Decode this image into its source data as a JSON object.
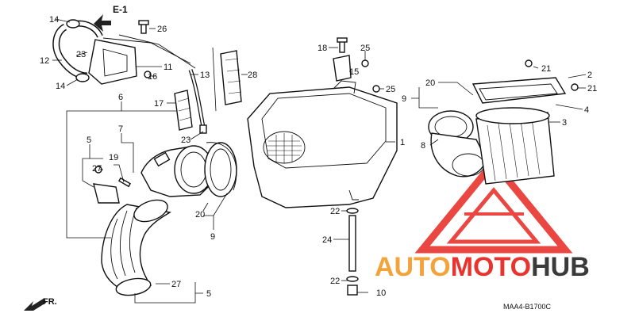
{
  "diagram": {
    "direction_label": "E-1",
    "front_label": "FR.",
    "part_code": "MAA4-B1700C",
    "watermark": {
      "brand_part1": "AUTO",
      "brand_part2": "MOTO",
      "brand_part3": "HUB",
      "color_red": "#e8342e",
      "color_orange": "#f4a23a",
      "color_dark": "#3a3a3a"
    },
    "callouts": [
      {
        "id": "c-14a",
        "label": "14"
      },
      {
        "id": "c-12",
        "label": "12"
      },
      {
        "id": "c-23a",
        "label": "23"
      },
      {
        "id": "c-14b",
        "label": "14"
      },
      {
        "id": "c-26",
        "label": "26"
      },
      {
        "id": "c-11",
        "label": "11"
      },
      {
        "id": "c-16",
        "label": "16"
      },
      {
        "id": "c-13",
        "label": "13"
      },
      {
        "id": "c-28",
        "label": "28"
      },
      {
        "id": "c-18",
        "label": "18"
      },
      {
        "id": "c-25a",
        "label": "25"
      },
      {
        "id": "c-15",
        "label": "15"
      },
      {
        "id": "c-25b",
        "label": "25"
      },
      {
        "id": "c-6",
        "label": "6"
      },
      {
        "id": "c-17",
        "label": "17"
      },
      {
        "id": "c-23b",
        "label": "23"
      },
      {
        "id": "c-7",
        "label": "7"
      },
      {
        "id": "c-5a",
        "label": "5"
      },
      {
        "id": "c-19",
        "label": "19"
      },
      {
        "id": "c-27a",
        "label": "27"
      },
      {
        "id": "c-20a",
        "label": "20"
      },
      {
        "id": "c-9a",
        "label": "9"
      },
      {
        "id": "c-1",
        "label": "1"
      },
      {
        "id": "c-22a",
        "label": "22"
      },
      {
        "id": "c-24",
        "label": "24"
      },
      {
        "id": "c-22b",
        "label": "22"
      },
      {
        "id": "c-10",
        "label": "10"
      },
      {
        "id": "c-27b",
        "label": "27"
      },
      {
        "id": "c-5b",
        "label": "5"
      },
      {
        "id": "c-20b",
        "label": "20"
      },
      {
        "id": "c-9b",
        "label": "9"
      },
      {
        "id": "c-8",
        "label": "8"
      },
      {
        "id": "c-21a",
        "label": "21"
      },
      {
        "id": "c-2",
        "label": "2"
      },
      {
        "id": "c-21b",
        "label": "21"
      },
      {
        "id": "c-4",
        "label": "4"
      },
      {
        "id": "c-3",
        "label": "3"
      }
    ]
  }
}
